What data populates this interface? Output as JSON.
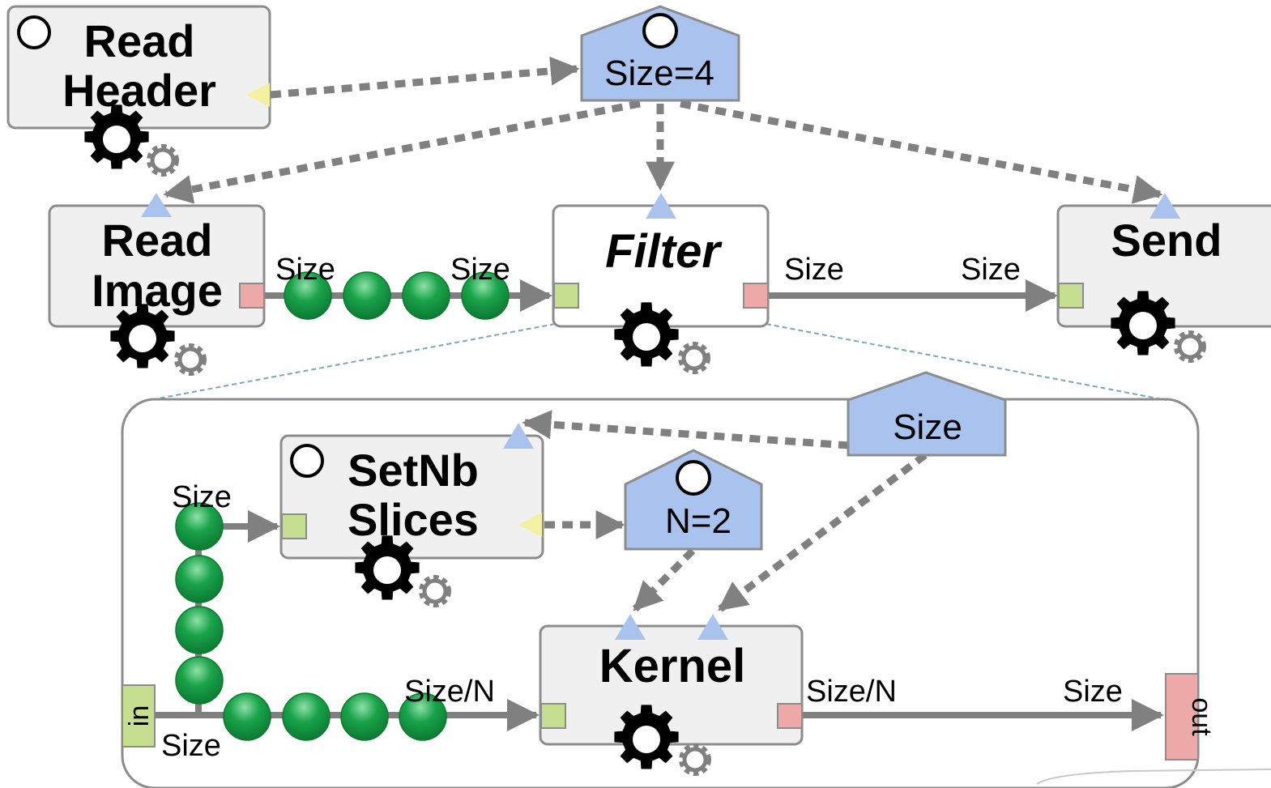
{
  "actors": {
    "read_header": {
      "line1": "Read",
      "line2": "Header"
    },
    "read_image": {
      "line1": "Read",
      "line2": "Image"
    },
    "filter": {
      "label": "Filter"
    },
    "send": {
      "label": "Send"
    },
    "setnb_slices": {
      "line1": "SetNb",
      "line2": "Slices"
    },
    "kernel": {
      "label": "Kernel"
    }
  },
  "parameters": {
    "size_top": "Size=4",
    "size_inner": "Size",
    "n": "N=2"
  },
  "rates": {
    "read_image_out": "Size",
    "filter_in": "Size",
    "filter_out": "Size",
    "send_in": "Size",
    "setnb_in": "Size",
    "in_out": "Size",
    "kernel_in": "Size/N",
    "kernel_out": "Size/N",
    "out_in": "Size"
  },
  "interfaces": {
    "input": "in",
    "output": "out"
  },
  "colors": {
    "actor_fill": "#f0f0f0",
    "parameter_fill": "#a9c2ee",
    "data_input_port": "#c6de8f",
    "data_output_port": "#eda8a8",
    "config_input_port": "#a9c2ee",
    "config_output_port": "#f3f0a0",
    "token": "#1aa34a",
    "edge": "#808080"
  },
  "icons": {
    "actor_marker": "gear-icon",
    "configuration_marker": "circle-icon",
    "token": "token-dot"
  }
}
